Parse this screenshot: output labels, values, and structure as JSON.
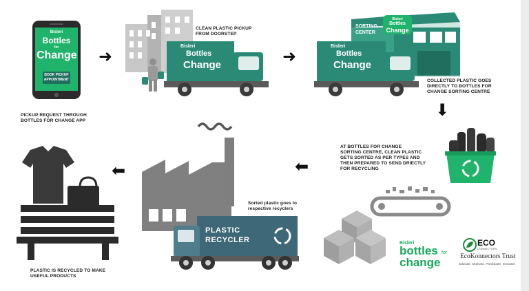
{
  "steps": [
    {
      "id": "app",
      "lines": [
        "PICKUP REQUEST THROUGH",
        "BOTTLES FOR CHANGE APP"
      ]
    },
    {
      "id": "pickup",
      "lines": [
        "CLEAN PLASTIC PICKUP",
        "FROM DOORSTEP"
      ]
    },
    {
      "id": "collect",
      "lines": [
        "COLLECTED PLASTIC GOES",
        "DIRECTLY TO BOTTLES FOR",
        "CHANGE SORTING CENTRE"
      ]
    },
    {
      "id": "sort",
      "lines": [
        "AT BOTTLES FOR CHANGE",
        "SORTING CENTRE, CLEAN PLASTIC",
        "GETS SORTED AS PER TYPES AND",
        "THEN PREPARED TO SEND DRIECTLY",
        "FOR RECYCLING"
      ]
    },
    {
      "id": "recycler",
      "lines": [
        "Sorted plastic goes to",
        "respective recyclers"
      ]
    },
    {
      "id": "products",
      "lines": [
        "PLASTIC IS RECYCLED TO MAKE",
        "USEFUL PRODUCTS"
      ]
    }
  ],
  "phone": {
    "brand": "Bisleri",
    "logo_line1": "Bottles",
    "logo_line2": "Change",
    "logo_small": "for",
    "button_line1": "BOOK PICKUP",
    "button_line2": "APPOINTMENT"
  },
  "truck_logo": {
    "brand": "Bisleri",
    "line1": "Bottles",
    "line2": "Change"
  },
  "sorting_center": {
    "sign_line1": "SORTING",
    "sign_line2": "CENTER",
    "logo_brand": "Bisleri",
    "logo_line1": "Bottles",
    "logo_line2": "Change"
  },
  "recycler_truck": {
    "line1": "PLASTIC",
    "line2": "RECYCLER"
  },
  "footer_logo": {
    "brand": "Bisleri",
    "line1": "bottles",
    "small": "for",
    "line2": "change"
  },
  "eco_logo": {
    "mark": "ECO",
    "tag": "CONNECTORS",
    "name": "EcoKonnectors Trust",
    "slogan": "Educate. Motivate. Participate. Innovate"
  },
  "arrows": {
    "right": "➜",
    "down": "⬇",
    "left": "⬅"
  },
  "colors": {
    "teal": "#2a8a76",
    "teal_dark": "#1f6e5e",
    "bright_green": "#20b36b",
    "recycler_blue": "#3e6878",
    "gray": "#858585",
    "dark": "#2b2b2b"
  },
  "icons": [
    "phone-icon",
    "buildings-icon",
    "person-with-bags-icon",
    "truck-icon",
    "sorting-center-icon",
    "bottle-bin-icon",
    "recycle-icon",
    "conveyor-icon",
    "boxes-icon",
    "factory-icon",
    "smoke-icon",
    "tshirt-icon",
    "handbag-icon",
    "bench-icon"
  ]
}
